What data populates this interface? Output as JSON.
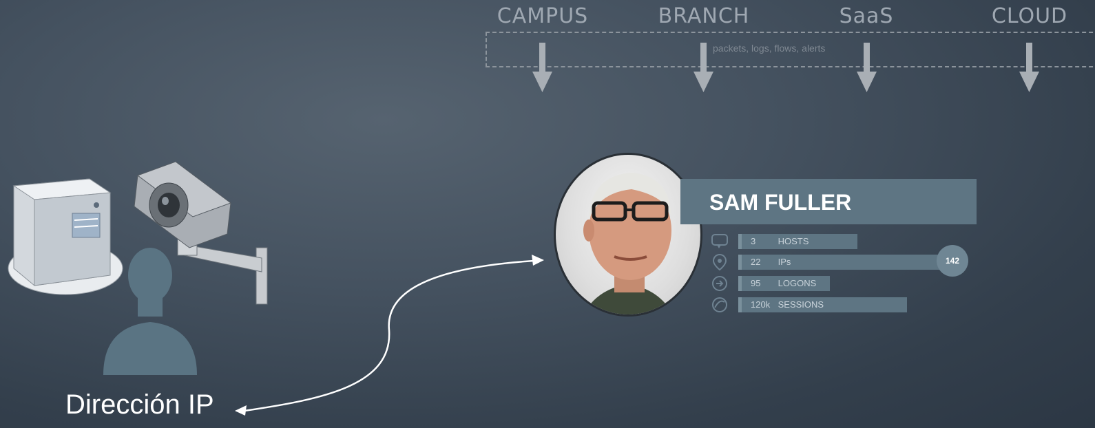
{
  "sources": [
    "CAMPUS",
    "BRANCH",
    "SaaS",
    "CLOUD"
  ],
  "stream_label": "packets, logs, flows, alerts",
  "profile": {
    "name": "SAM FULLER",
    "stats": [
      {
        "value": "3",
        "label": "HOSTS",
        "fill": 0.35
      },
      {
        "value": "22",
        "label": "IPs",
        "fill": 1.0
      },
      {
        "value": "95",
        "label": "LOGONS",
        "fill": 0.28
      },
      {
        "value": "120k",
        "label": "SESSIONS",
        "fill": 0.53
      }
    ],
    "badge": "142"
  },
  "icons": [
    "server-icon",
    "security-camera-icon",
    "user-silhouette-icon",
    "chat-icon",
    "location-pin-icon",
    "logon-icon",
    "sessions-icon"
  ],
  "ip_label": "Dirección IP",
  "colors": {
    "background": "#455260",
    "panel": "#5e7583",
    "arrow": "#a9afb5",
    "text": "#ffffff"
  }
}
